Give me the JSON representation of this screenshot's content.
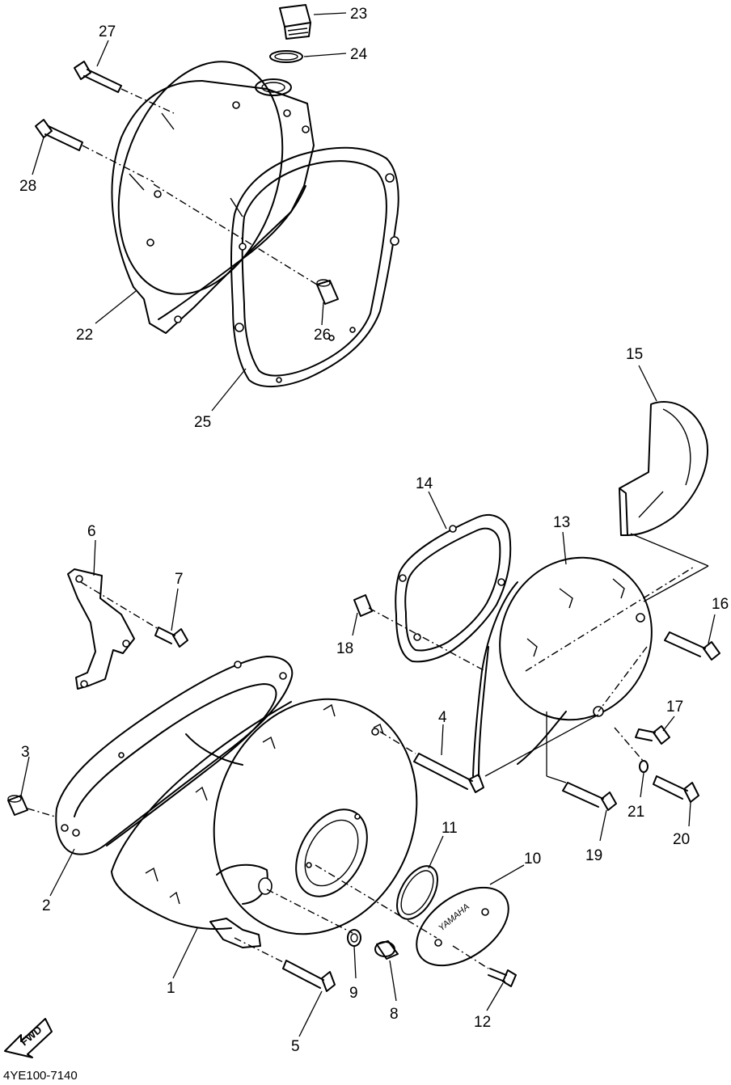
{
  "diagram": {
    "labels": [
      "1",
      "2",
      "3",
      "4",
      "5",
      "6",
      "7",
      "8",
      "9",
      "10",
      "11",
      "12",
      "13",
      "14",
      "15",
      "16",
      "17",
      "18",
      "19",
      "20",
      "21",
      "22",
      "23",
      "24",
      "25",
      "26",
      "27",
      "28"
    ],
    "fwd_text": "FWD",
    "cover_text": "YAMAHA",
    "drawing_code": "4YE100-7140"
  }
}
